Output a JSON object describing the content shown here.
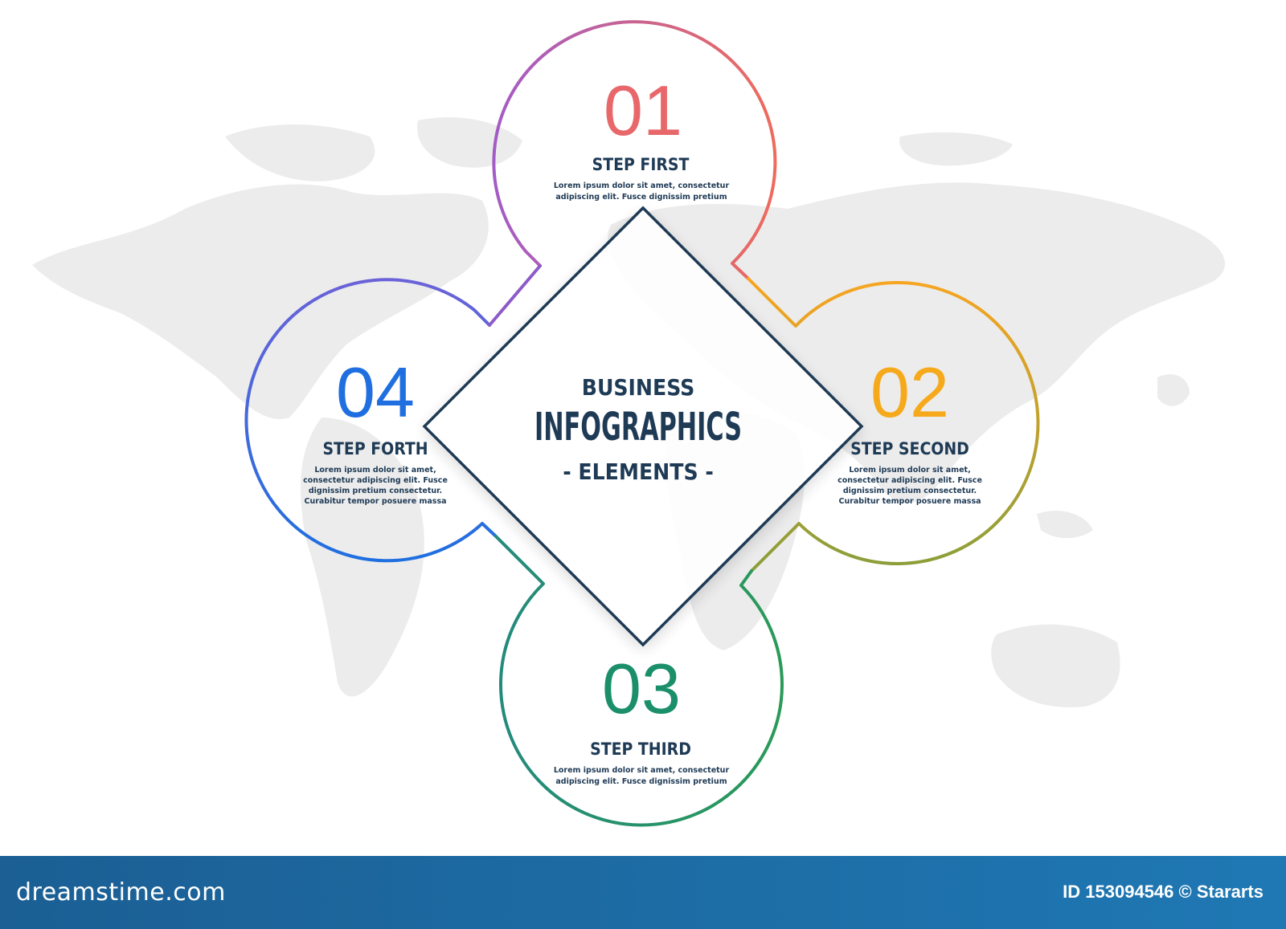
{
  "center": {
    "line1": "BUSINESS",
    "line2": "INFOGRAPHICS",
    "line3": "- ELEMENTS -"
  },
  "steps": [
    {
      "number": "01",
      "title": "STEP FIRST",
      "desc": [
        "Lorem ipsum dolor sit amet, consectetur",
        "adipiscing elit. Fusce dignissim pretium"
      ],
      "color": "#e8676b"
    },
    {
      "number": "02",
      "title": "STEP SECOND",
      "desc": [
        "Lorem ipsum dolor sit amet,",
        "consectetur adipiscing elit. Fusce",
        "dignissim pretium consectetur.",
        "Curabitur tempor posuere massa"
      ],
      "color": "#f6a91b"
    },
    {
      "number": "03",
      "title": "STEP THIRD",
      "desc": [
        "Lorem ipsum dolor sit amet, consectetur",
        "adipiscing elit. Fusce dignissim pretium"
      ],
      "color": "#1a8f6a"
    },
    {
      "number": "04",
      "title": "STEP FORTH",
      "desc": [
        "Lorem ipsum dolor sit amet,",
        "consectetur adipiscing elit. Fusce",
        "dignissim pretium consectetur.",
        "Curabitur tempor posuere massa"
      ],
      "color": "#1f6fe0"
    }
  ],
  "colors": {
    "title_text": "#1e3a55",
    "diamond_stroke": "#1e3a55",
    "map": "#ececec",
    "purple": "#8d5bc9",
    "olive": "#8a9e3a",
    "footer": "#1f78b4"
  },
  "footer": {
    "brand": "dreamstime.com",
    "stock_id": "ID 153094546 © Stararts"
  }
}
